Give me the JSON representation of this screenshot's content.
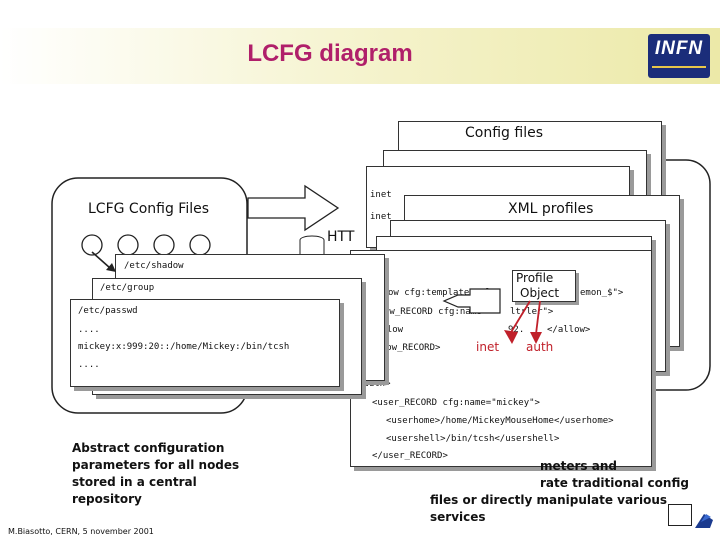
{
  "slide": {
    "title": "LCFG diagram",
    "logo_text": "INFN",
    "footer": "M.Biasotto, CERN, 5 november 2001"
  },
  "diagram": {
    "config_files_label": "Config files",
    "config_lines": [
      "inet",
      "inet"
    ],
    "lcfg_config_files_label": "LCFG Config Files",
    "xml_profiles_label": "XML profiles",
    "http_label": "HTT",
    "profile_object": [
      "Profile",
      "Object"
    ],
    "service_labels": [
      "inet",
      "auth"
    ],
    "etc_files": {
      "shadow": "/etc/shadow",
      "group": "/etc/group",
      "passwd": "/etc/passwd",
      "lines": [
        "....",
        "mickey:x:999:20::/home/Mickey:/bin/tcsh",
        "...."
      ]
    },
    "xml_lines": [
      "ow cfg:template=\"al",
      "emon_$\">",
      "ow_RECORD cfg:name=\"",
      "ltrler\">",
      "allow",
      "92.",
      "</allow>",
      "allow_RECORD>",
      "/auth>",
      "<user_RECORD cfg:name=\"mickey\">",
      "<userhome>/home/MickeyMouseHome</userhome>",
      "<usershell>/bin/tcsh</usershell>",
      "</user_RECORD>"
    ],
    "left_caption": [
      "Abstract configuration",
      "parameters for all nodes",
      "stored in a central",
      "repository"
    ],
    "right_caption": [
      "meters and",
      "rate traditional config",
      "files or directly manipulate various",
      "services"
    ]
  }
}
